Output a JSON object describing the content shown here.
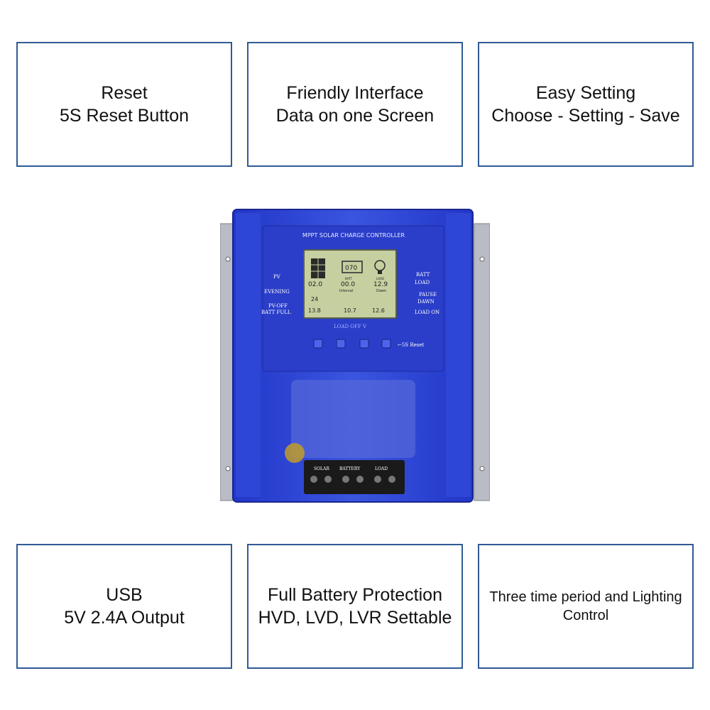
{
  "features_top": [
    {
      "line1": "Reset",
      "line2": "5S Reset Button"
    },
    {
      "line1": "Friendly Interface",
      "line2": "Data on one Screen"
    },
    {
      "line1": "Easy Setting",
      "line2": "Choose - Setting - Save"
    }
  ],
  "features_bottom": [
    {
      "line1": "USB",
      "line2": "5V 2.4A Output"
    },
    {
      "line1": "Full Battery Protection",
      "line2": "HVD, LVD, LVR Settable"
    },
    {
      "line1": "Three time period and Lighting Control"
    }
  ],
  "device": {
    "title": "MPPT SOLAR CHARGE CONTROLLER",
    "left_labels": {
      "pv": "PV",
      "evening": "EVENING",
      "pv_off": "PV-OFF",
      "batt_full": "BATT FULL"
    },
    "right_labels": {
      "batt": "BATT",
      "load": "LOAD",
      "pause": "PAUSE",
      "dawn": "DAWN",
      "load_on": "LOAD ON"
    },
    "lcd": {
      "percent": "070",
      "pv_voltage": "02.0",
      "batt_current": "00.0",
      "load_voltage": "12.9",
      "batt_label": "BATT",
      "load_label": "LOAD",
      "interval_label": "Interval",
      "dawn_label": "Dawn",
      "hours": "24",
      "pv_off_value": "13.8",
      "load_off_value": "10.7",
      "load_on_value": "12.6",
      "below_screen": "LOAD OFF V"
    },
    "buttons": {
      "reset_hint": "←5S Reset"
    },
    "terminals": {
      "solar": "SOLAR",
      "battery": "BATTERY",
      "load": "LOAD"
    }
  },
  "colors": {
    "border": "#2f5a94",
    "case": "#2b3fd6",
    "lcd": "#c6cfa0"
  }
}
